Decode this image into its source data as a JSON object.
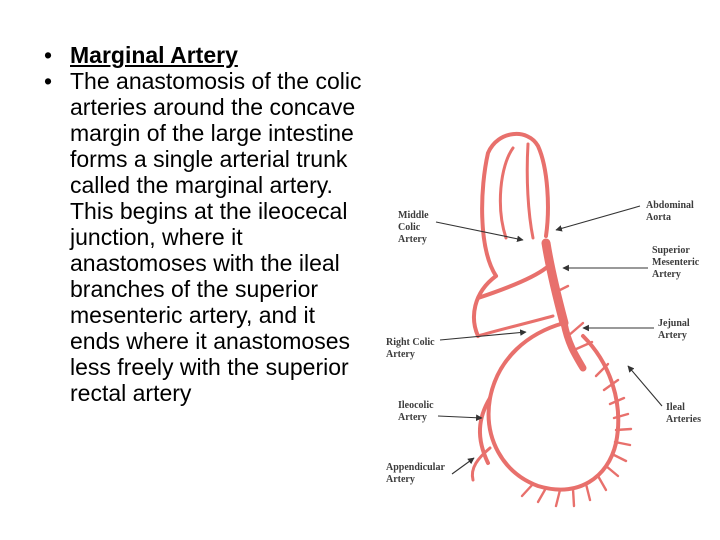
{
  "slide": {
    "heading": "Marginal Artery",
    "body": "The anastomosis of the colic arteries around the concave margin of the large intestine forms a single arterial trunk called the marginal artery. This begins at the ileocecal junction, where it anastomoses with the ileal branches of the superior mesenteric artery, and it ends where it anastomoses less freely with the superior rectal artery"
  },
  "diagram": {
    "labels": {
      "middle_colic": [
        "Middle",
        "Colic",
        "Artery"
      ],
      "right_colic": [
        "Right Colic",
        "Artery"
      ],
      "ileocolic": [
        "Ileocolic",
        "Artery"
      ],
      "appendicular": [
        "Appendicular",
        "Artery"
      ],
      "abdominal_aorta": [
        "Abdominal",
        "Aorta"
      ],
      "superior_mesenteric": [
        "Superior",
        "Mesenteric",
        "Artery"
      ],
      "jejunal": [
        "Jejunal",
        "Artery"
      ],
      "ileal": [
        "Ileal",
        "Arteries"
      ]
    },
    "colors": {
      "vessel": "#e8706c",
      "vessel_dark": "#d9534f",
      "label": "#3c3c3c"
    }
  }
}
